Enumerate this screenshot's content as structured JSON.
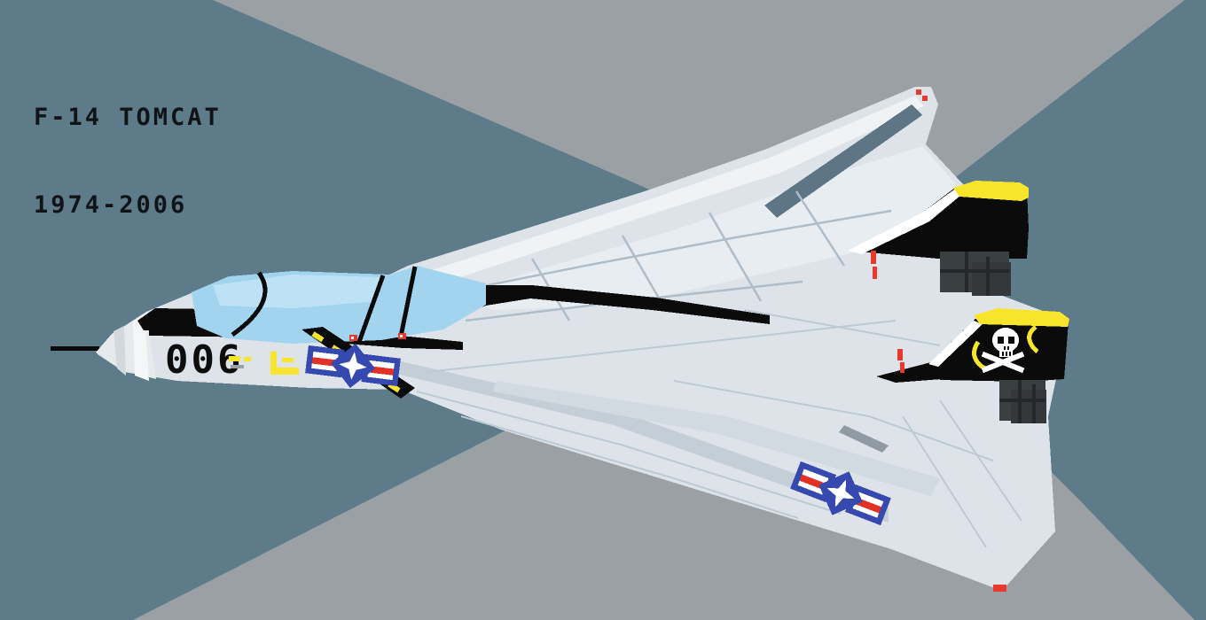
{
  "artwork": {
    "title_line1": "F-14 TOMCAT",
    "title_line2": "1974-2006",
    "nose_number": "006",
    "style": "pixel-art illustration",
    "subject": "Grumman F-14 Tomcat fighter jet, wings swept, viewed from upper-left perspective",
    "markings": {
      "national_insignia": "US star-and-bars roundel (fuselage and lower wing)",
      "tail_emblem": "skull and crossbones (Jolly Rogers)",
      "tail_trim": "yellow caps on black twin vertical stabilizers",
      "warning_band": "black and yellow diagonal striped band near cockpit"
    },
    "palette": {
      "background_slate": "#5e7b8a",
      "background_gray": "#9aa0a4",
      "airframe_light": "#dde3e8",
      "airframe_highlight": "#f0f3f5",
      "airframe_shadow": "#c3ced6",
      "panel_line": "#aebdc9",
      "canopy_blue": "#a2d4f0",
      "canopy_blue_light": "#bde2f6",
      "ink_black": "#0b0b0b",
      "trim_yellow": "#f6e52b",
      "warning_red": "#e8392c",
      "roundel_blue": "#3549ae",
      "roundel_red": "#e33225",
      "nozzle_gray": "#3a3f42",
      "spine_slate": "#5d7584",
      "white": "#ffffff"
    }
  }
}
